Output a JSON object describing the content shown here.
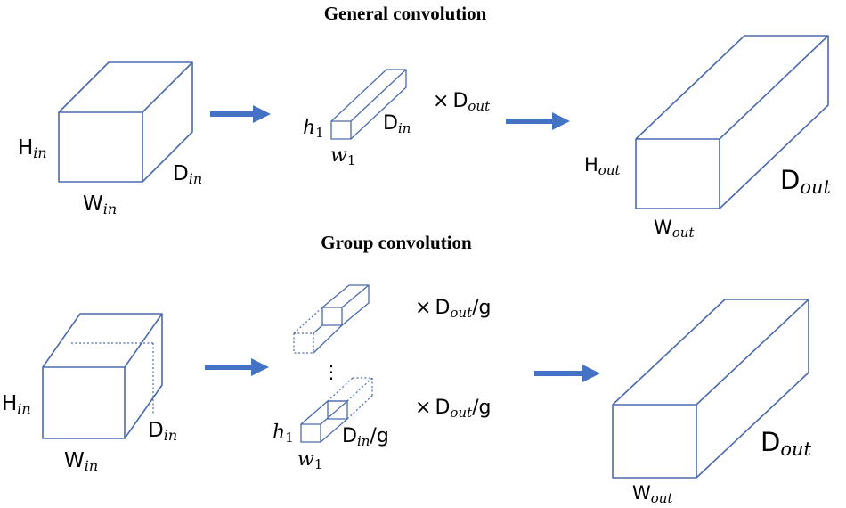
{
  "titles": {
    "general": "General convolution",
    "group": "Group convolution"
  },
  "symbols": {
    "H": "H",
    "W": "W",
    "D": "D",
    "h": "h",
    "w": "w",
    "one": "1",
    "in": "in",
    "out": "out",
    "times": "×",
    "per_g": "/g",
    "ellipsis": "⋮"
  },
  "colors": {
    "edge": "#4a6aad",
    "arrow": "#4472c4"
  }
}
